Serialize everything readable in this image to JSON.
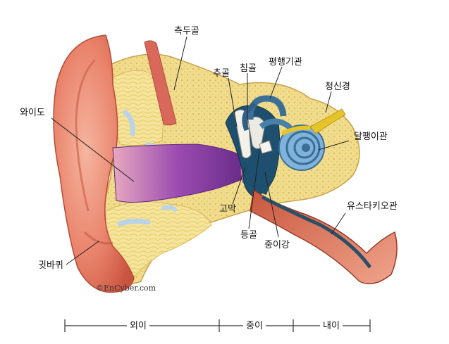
{
  "labels": {
    "squamous_bone": "측두골",
    "incus": "침골",
    "malleus": "추골",
    "semicircular_canals": "평행기관",
    "auditory_nerve": "청신경",
    "ear_canal": "와이도",
    "cochlea": "달팽이관",
    "eardrum": "고막",
    "eustachian_tube": "유스타키오관",
    "stapes": "등골",
    "tympanic_cavity": "중이강",
    "auricle": "귓바퀴"
  },
  "credit": "©EnCyber.com",
  "sections": {
    "outer": "외이",
    "middle": "중이",
    "inner": "내이"
  },
  "colors": {
    "skin": "#e9826a",
    "bone": "#f2dd8f",
    "canal": "#8a3fa0",
    "cochlea": "#6a9fc9",
    "nerve": "#e6c52a"
  }
}
